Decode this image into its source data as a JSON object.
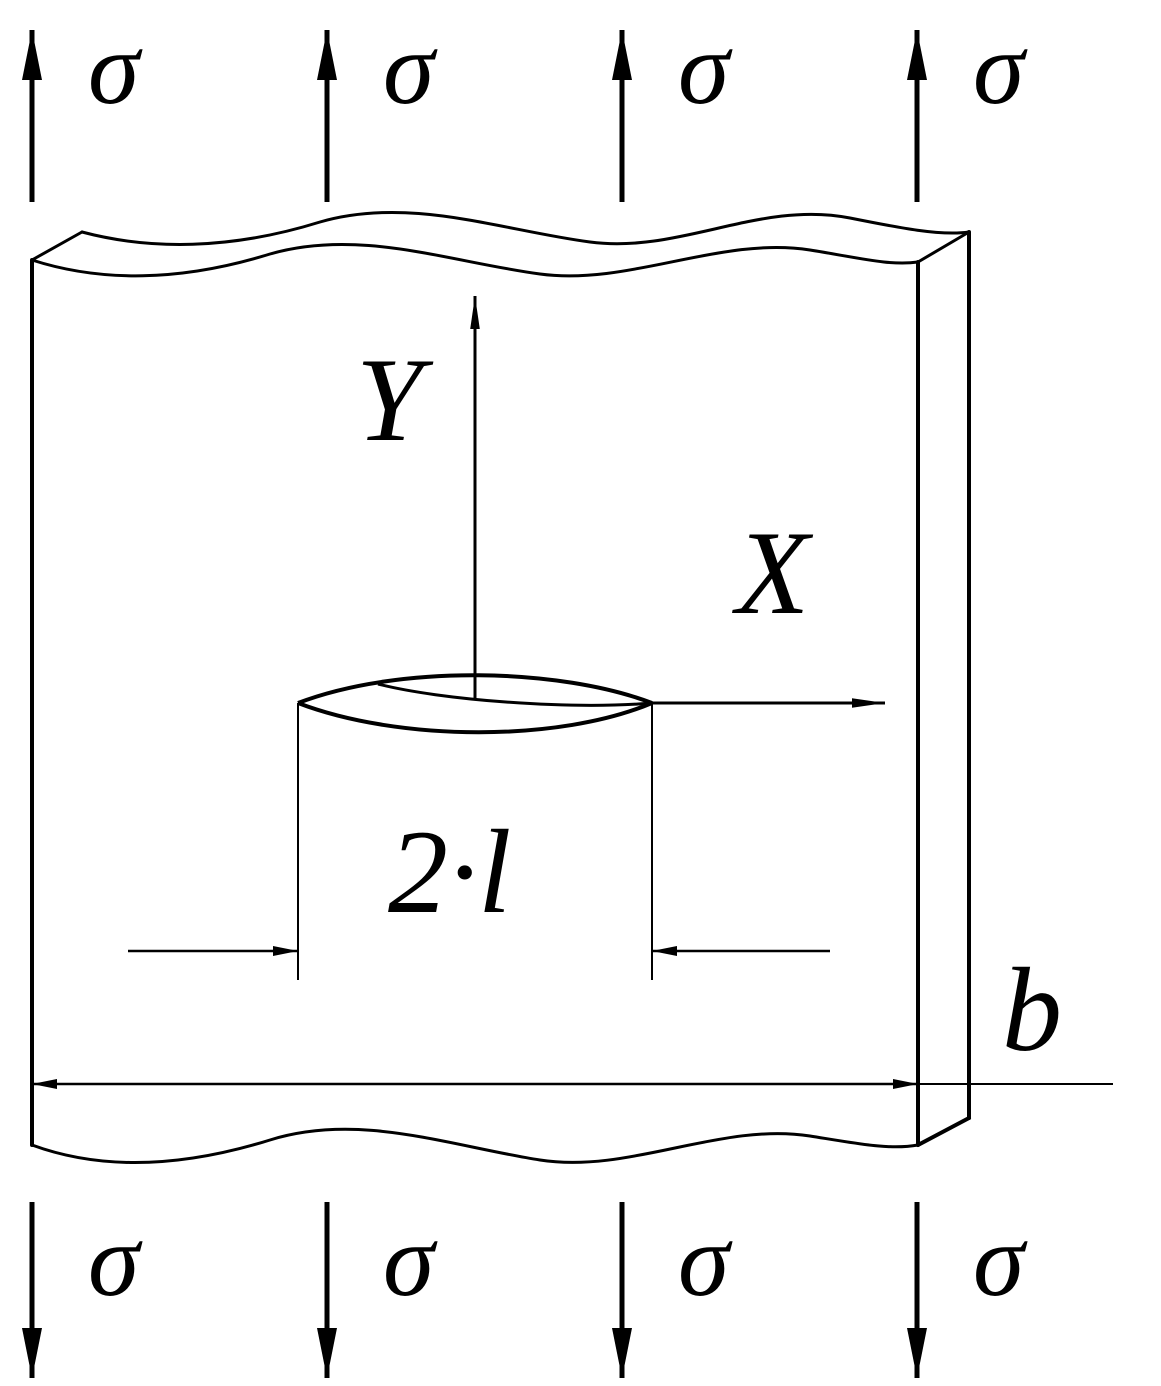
{
  "labels": {
    "stress": "σ",
    "y_axis": "Y",
    "x_axis": "X",
    "crack_length": "2·l",
    "plate_width": "b"
  },
  "colors": {
    "ink": "#000000",
    "background": "#ffffff"
  }
}
